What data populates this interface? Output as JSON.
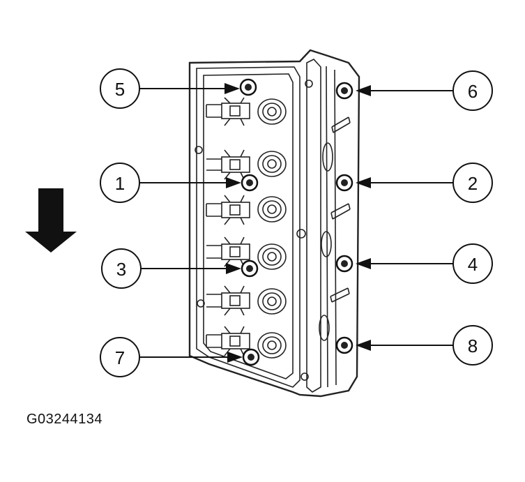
{
  "figure_id": "G03244134",
  "callouts": [
    {
      "label": "5",
      "side": "left"
    },
    {
      "label": "1",
      "side": "left"
    },
    {
      "label": "3",
      "side": "left"
    },
    {
      "label": "7",
      "side": "left"
    },
    {
      "label": "6",
      "side": "right"
    },
    {
      "label": "2",
      "side": "right"
    },
    {
      "label": "4",
      "side": "right"
    },
    {
      "label": "8",
      "side": "right"
    }
  ],
  "direction_arrow": "down",
  "colors": {
    "ink": "#111111",
    "background": "#ffffff"
  }
}
